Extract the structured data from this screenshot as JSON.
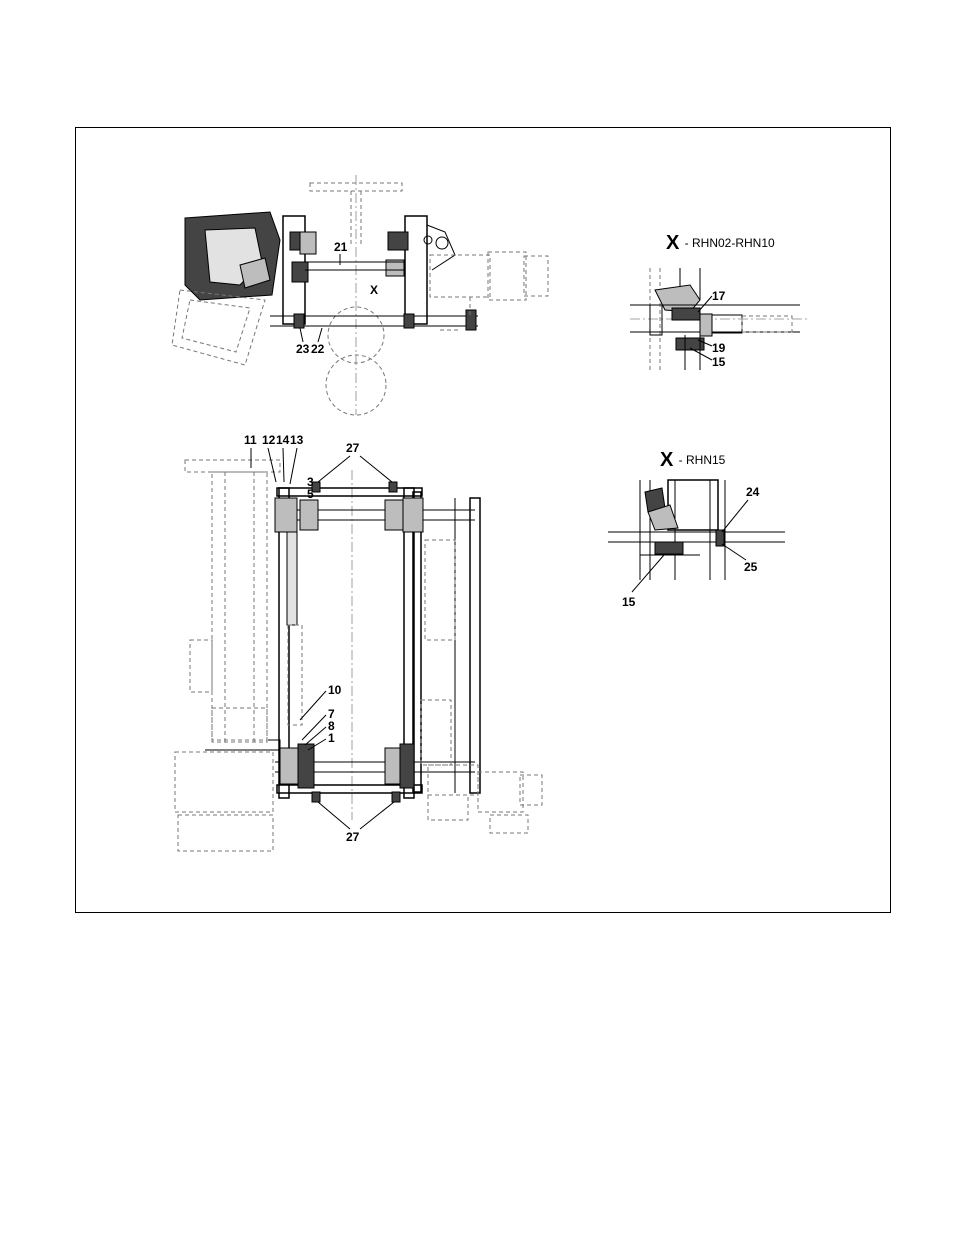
{
  "views": {
    "detail_top": {
      "mark": "X",
      "title": " - RHN02-RHN10"
    },
    "detail_bottom": {
      "mark": "X",
      "title": " - RHN15"
    },
    "section_mark": "X"
  },
  "part_labels": {
    "top_view": [
      "21",
      "23",
      "22"
    ],
    "front_view": [
      "11",
      "12",
      "14",
      "13",
      "27",
      "3",
      "5",
      "10",
      "7",
      "8",
      "1",
      "27"
    ],
    "detail_top": [
      "17",
      "19",
      "15"
    ],
    "detail_bottom": [
      "24",
      "25",
      "15"
    ]
  }
}
